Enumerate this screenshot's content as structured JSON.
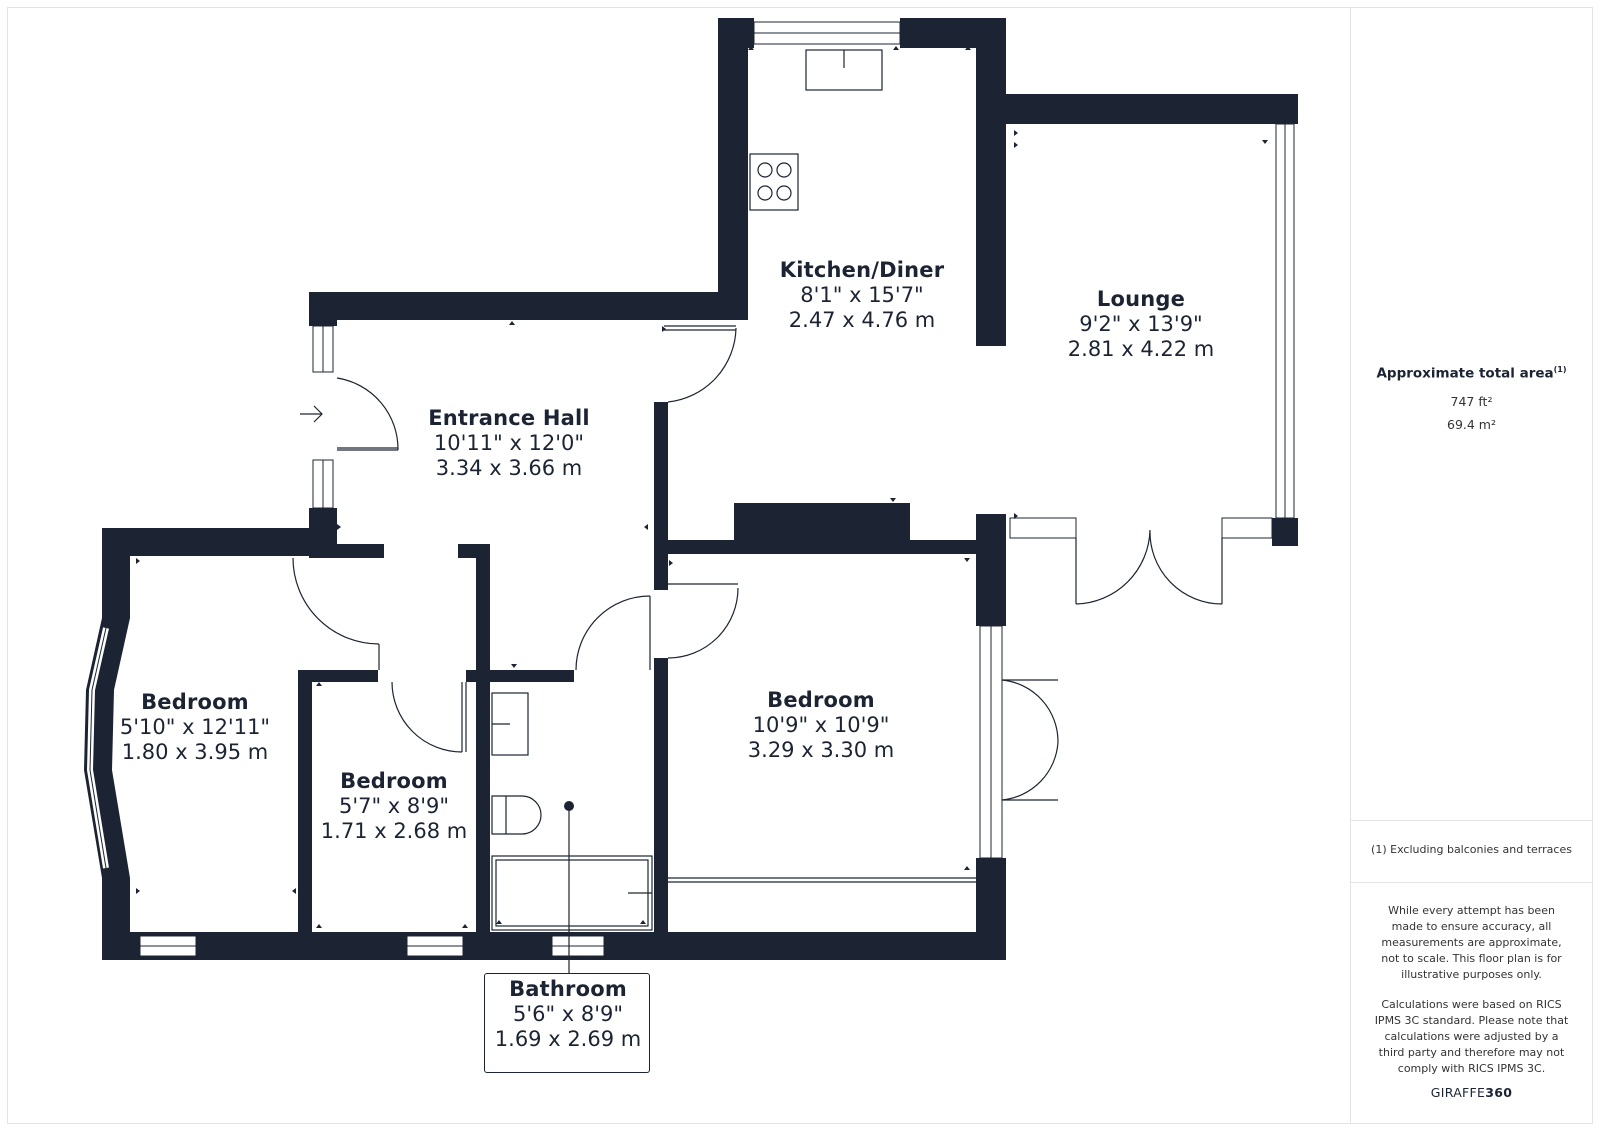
{
  "rooms": [
    {
      "key": "kitchen",
      "name": "Kitchen/Diner",
      "imperial": "8'1\" x 15'7\"",
      "metric": "2.47 x 4.76 m"
    },
    {
      "key": "lounge",
      "name": "Lounge",
      "imperial": "9'2\" x 13'9\"",
      "metric": "2.81 x 4.22 m"
    },
    {
      "key": "hall",
      "name": "Entrance Hall",
      "imperial": "10'11\" x 12'0\"",
      "metric": "3.34 x 3.66 m"
    },
    {
      "key": "bedroom_left",
      "name": "Bedroom",
      "imperial": "5'10\" x 12'11\"",
      "metric": "1.80 x 3.95 m"
    },
    {
      "key": "bedroom_small",
      "name": "Bedroom",
      "imperial": "5'7\" x 8'9\"",
      "metric": "1.71 x 2.68 m"
    },
    {
      "key": "bedroom_right",
      "name": "Bedroom",
      "imperial": "10'9\" x 10'9\"",
      "metric": "3.29 x 3.30 m"
    },
    {
      "key": "bathroom",
      "name": "Bathroom",
      "imperial": "5'6\" x 8'9\"",
      "metric": "1.69 x 2.69 m"
    }
  ],
  "sidebar": {
    "area_title": "Approximate total area",
    "area_sup": "(1)",
    "area_ft": "747 ft²",
    "area_m": "69.4 m²",
    "note": "(1) Excluding balconies and terraces",
    "disclaimer_1": "While every attempt has been made to ensure accuracy, all measurements are approximate, not to scale. This floor plan is for illustrative purposes only.",
    "disclaimer_2": "Calculations were based on RICS IPMS 3C standard. Please note that calculations were adjusted by a third party and therefore may not comply with RICS IPMS 3C.",
    "brand_light": "GIRAFFE",
    "brand_bold": "360"
  },
  "colors": {
    "wall": "#1c2433",
    "background": "#ffffff",
    "border": "#e3e3e3"
  }
}
